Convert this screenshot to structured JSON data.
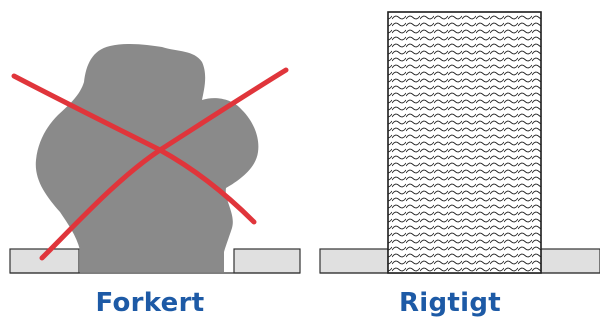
{
  "left_panel": {
    "label": "Forkert",
    "status": "wrong"
  },
  "right_panel": {
    "label": "Rigtigt",
    "status": "correct"
  },
  "colors": {
    "label": "#1d5aa6",
    "cross": "#e0353b",
    "blob": "#8a8a8a",
    "ground": "#e0e0e0",
    "outline": "#333333",
    "pattern": "#222222"
  },
  "icons": {
    "cross": "red-x-cross-mark",
    "blob": "irregular-gray-mass",
    "block": "wave-pattern-block"
  }
}
